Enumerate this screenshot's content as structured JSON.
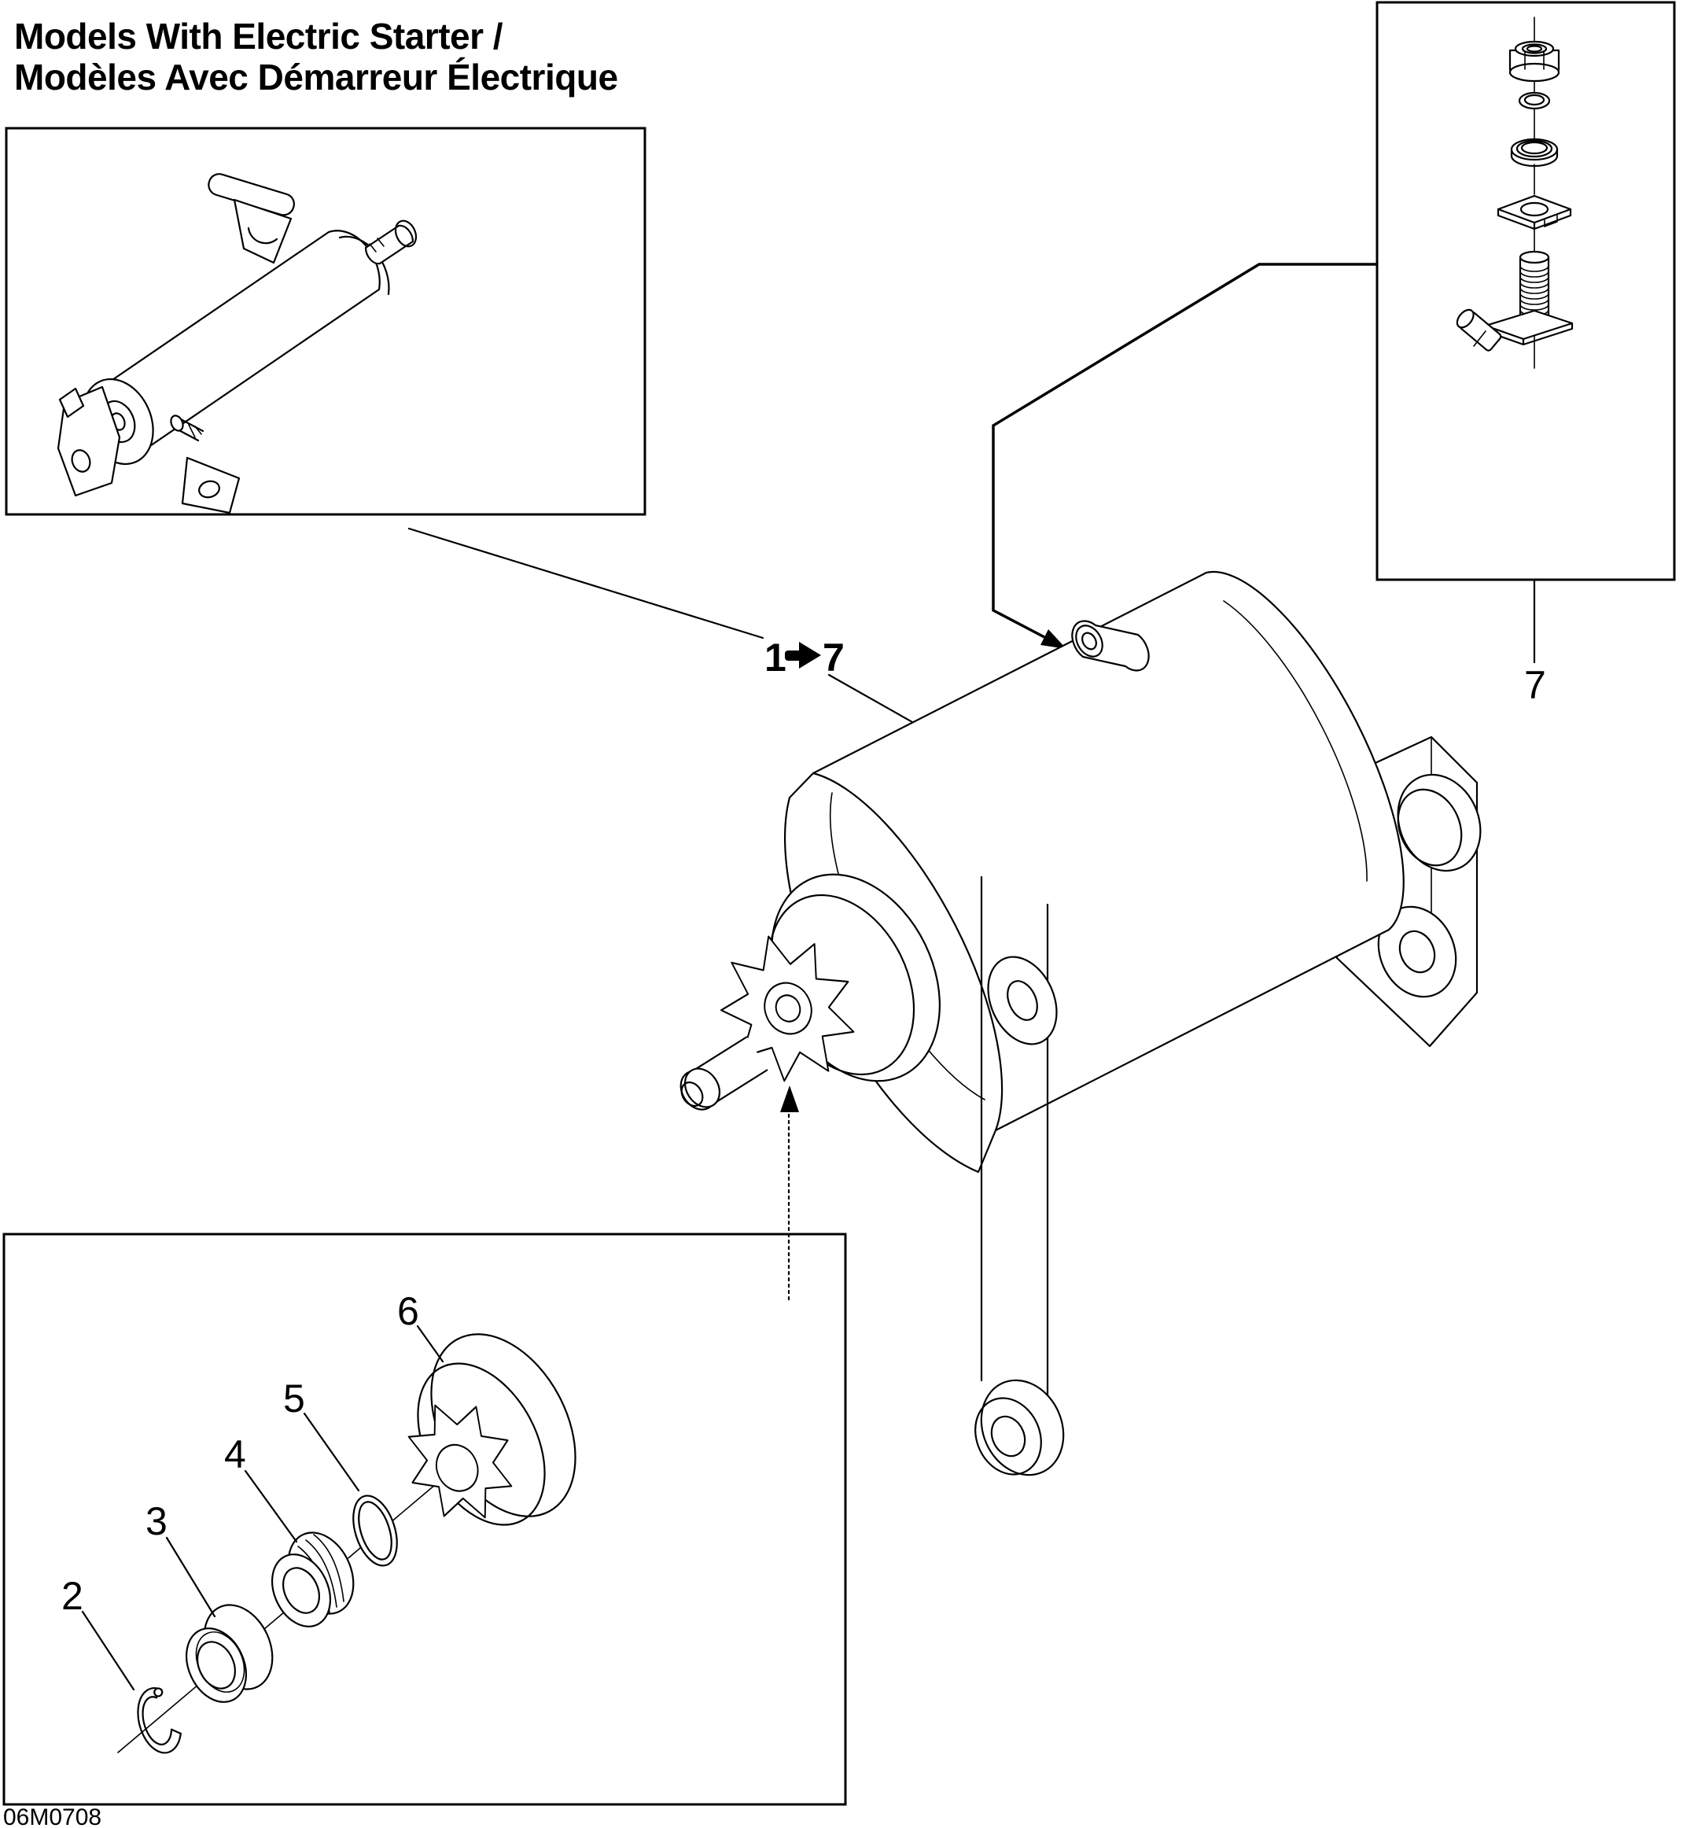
{
  "document": {
    "title_line1": "Models With Electric Starter /",
    "title_line2": "Modèles Avec Démarreur Électrique",
    "code": "06M0708"
  },
  "callouts": {
    "range_from": "1",
    "range_to": "7",
    "part_2": "2",
    "part_3": "3",
    "part_4": "4",
    "part_5": "5",
    "part_6": "6",
    "part_7": "7"
  },
  "figures": {
    "inset_top_left": "assembled-electric-starter",
    "inset_top_right": "terminal-stud-hardware-stack",
    "inset_bottom_left": "starter-drive-exploded-view",
    "main": "electric-starter-with-drive-pinion"
  },
  "colors": {
    "ink": "#000000",
    "paper": "#ffffff"
  }
}
